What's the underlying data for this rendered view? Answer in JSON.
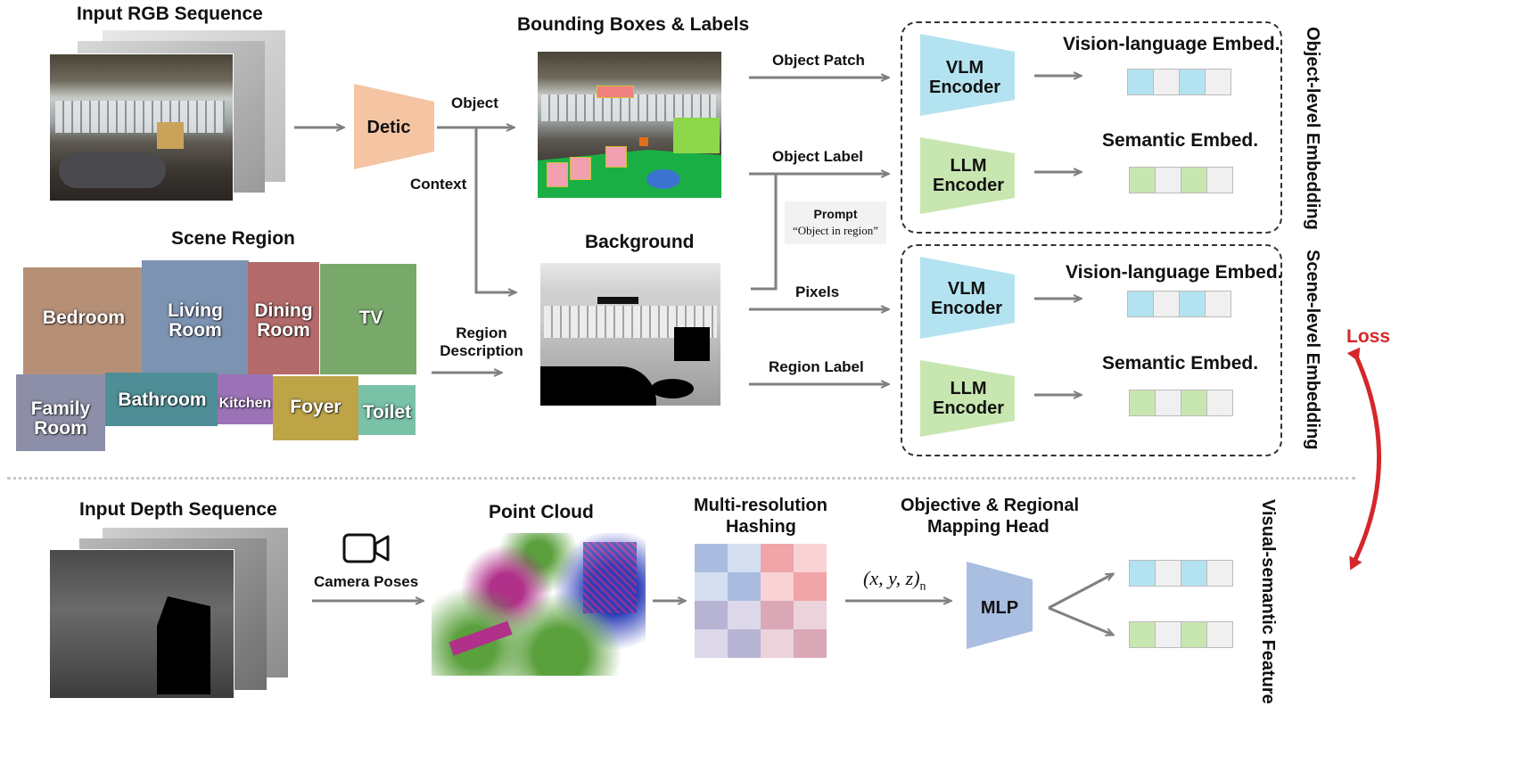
{
  "titles": {
    "input_rgb": "Input RGB Sequence",
    "bbox_labels": "Bounding Boxes & Labels",
    "scene_region": "Scene Region",
    "background": "Background",
    "input_depth": "Input Depth Sequence",
    "point_cloud": "Point Cloud",
    "multires_line1": "Multi-resolution",
    "multires_line2": "Hashing",
    "mapping_line1": "Objective & Regional",
    "mapping_line2": "Mapping Head"
  },
  "flow": {
    "detic": "Detic",
    "object": "Object",
    "context": "Context",
    "region_desc_line1": "Region",
    "region_desc_line2": "Description",
    "object_patch": "Object Patch",
    "object_label": "Object Label",
    "pixels": "Pixels",
    "region_label": "Region Label",
    "prompt_title": "Prompt",
    "prompt_text": "“Object in region”",
    "camera_poses": "Camera Poses",
    "coords": "(x, y, z)",
    "coords_sub": "n",
    "mlp": "MLP",
    "loss": "Loss"
  },
  "encoders": {
    "vlm_line1": "VLM",
    "vlm_line2": "Encoder",
    "llm_line1": "LLM",
    "llm_line2": "Encoder"
  },
  "embeds": {
    "vision_language": "Vision-language Embed.",
    "semantic": "Semantic Embed."
  },
  "side_labels": {
    "object_level": "Object-level Embedding",
    "scene_level": "Scene-level Embedding",
    "visual_semantic": "Visual-semantic Feature"
  },
  "regions": {
    "bedroom": "Bedroom",
    "living_line1": "Living",
    "living_line2": "Room",
    "dining_line1": "Dining",
    "dining_line2": "Room",
    "tv": "TV",
    "family_line1": "Family",
    "family_line2": "Room",
    "bathroom": "Bathroom",
    "kitchen": "Kitchen",
    "foyer": "Foyer",
    "toilet": "Toilet"
  },
  "colors": {
    "vlm": "#b3e3f0",
    "llm": "#c8e6b0",
    "detic": "#f5c4a3",
    "mlp": "#a9bee0",
    "loss": "#d4272b",
    "arrow": "#808080"
  }
}
